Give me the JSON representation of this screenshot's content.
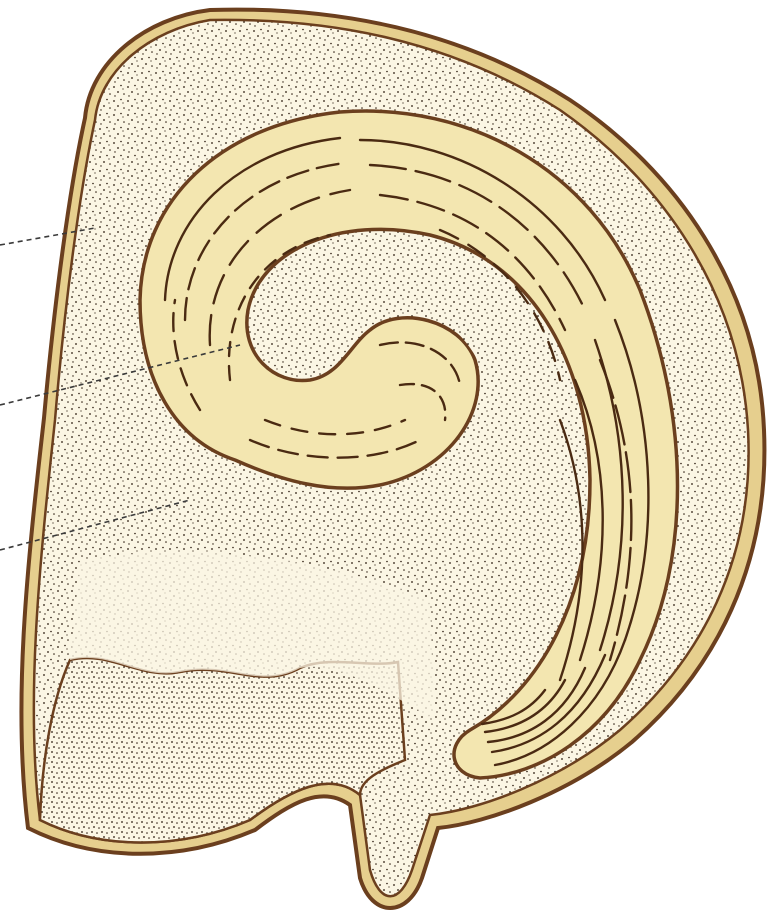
{
  "diagram": {
    "subject": "seed-cross-section",
    "labels": [],
    "leader_lines": [
      {
        "id": "leader-1"
      },
      {
        "id": "leader-2"
      },
      {
        "id": "leader-3"
      }
    ],
    "colors": {
      "outline": "#6b3f1e",
      "seed_coat": "#e6cf8e",
      "embryo_fill": "#f3e6b0",
      "endosperm_fill": "#fbf6e4",
      "stipple": "#2a1a0e",
      "leader": "#3a3a3a",
      "background": "#ffffff"
    }
  }
}
